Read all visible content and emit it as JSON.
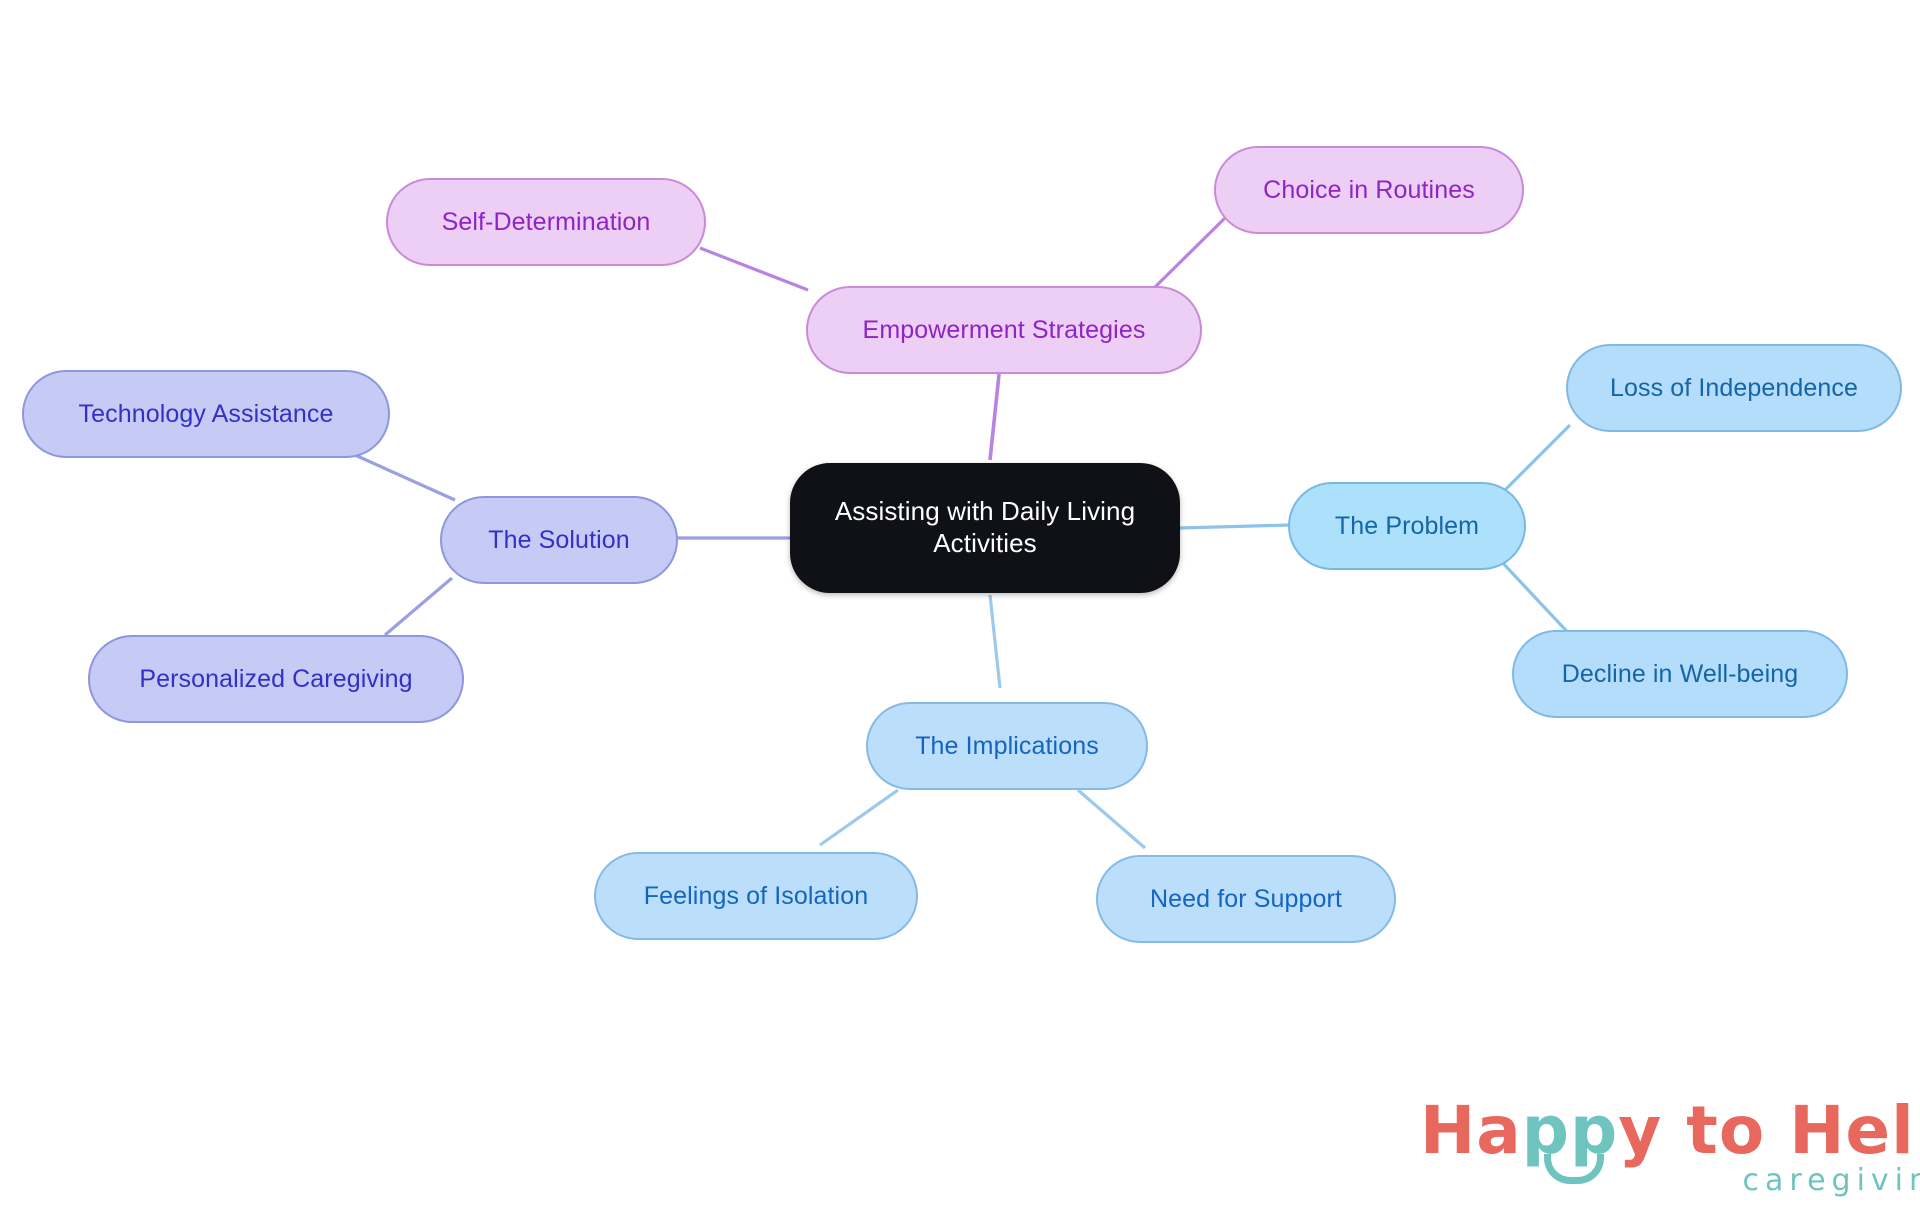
{
  "diagram": {
    "type": "mindmap",
    "title": "Assisting with Daily Living Activities",
    "background_color": "#ffffff",
    "root": {
      "id": "root",
      "label": "Assisting with Daily Living\nActivities",
      "fill": "#0f1117",
      "text_color": "#ffffff"
    },
    "branches": [
      {
        "id": "the-problem",
        "label": "The Problem",
        "fill": "#ace0fb",
        "stroke": "#79b8e3",
        "text_color": "#1565a8",
        "children": [
          {
            "id": "loss-of-independence",
            "label": "Loss of Independence",
            "fill": "#b3ddfb",
            "stroke": "#80b9e4",
            "text_color": "#1565a8"
          },
          {
            "id": "decline-in-well-being",
            "label": "Decline in Well-being",
            "fill": "#b3ddfb",
            "stroke": "#80b9e4",
            "text_color": "#1565a8"
          }
        ]
      },
      {
        "id": "the-implications",
        "label": "The Implications",
        "fill": "#bbdefb",
        "stroke": "#86b9e6",
        "text_color": "#1565c0",
        "children": [
          {
            "id": "feelings-of-isolation",
            "label": "Feelings of Isolation",
            "fill": "#bbdefb",
            "stroke": "#86b9e6",
            "text_color": "#1565c0"
          },
          {
            "id": "need-for-support",
            "label": "Need for Support",
            "fill": "#bbdefb",
            "stroke": "#86b9e6",
            "text_color": "#1565c0"
          }
        ]
      },
      {
        "id": "the-solution",
        "label": "The Solution",
        "fill": "#c5cbf5",
        "stroke": "#8e96dd",
        "text_color": "#3330c8",
        "children": [
          {
            "id": "technology-assistance",
            "label": "Technology Assistance",
            "fill": "#c5cbf5",
            "stroke": "#8e96dd",
            "text_color": "#3330c8"
          },
          {
            "id": "personalized-caregiving",
            "label": "Personalized Caregiving",
            "fill": "#c5cbf5",
            "stroke": "#8e96dd",
            "text_color": "#3330c8"
          }
        ]
      },
      {
        "id": "empowerment-strategies",
        "label": "Empowerment Strategies",
        "fill": "#edcef5",
        "stroke": "#c98ad8",
        "text_color": "#8e24c6",
        "children": [
          {
            "id": "self-determination",
            "label": "Self-Determination",
            "fill": "#edcef5",
            "stroke": "#c98ad8",
            "text_color": "#8e24c6"
          },
          {
            "id": "choice-in-routines",
            "label": "Choice in Routines",
            "fill": "#edcef5",
            "stroke": "#c98ad8",
            "text_color": "#8e24c6"
          }
        ]
      }
    ]
  },
  "logo": {
    "word_happy": "Happy",
    "word_pp": "pp",
    "word_ha": "Ha",
    "word_y": "y",
    "word_to": "to",
    "word_help": "Help",
    "tagline": "caregiving",
    "coral": "#e8685d",
    "teal": "#6fc4c0"
  }
}
